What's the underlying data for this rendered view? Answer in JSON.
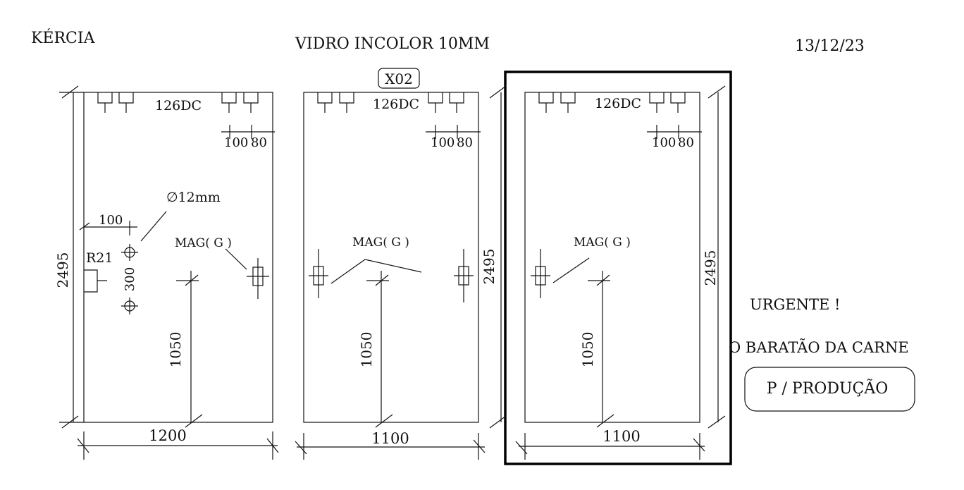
{
  "header": {
    "client": "KÉRCIA",
    "material": "VIDRO INCOLOR 10MM",
    "date": "13/12/23"
  },
  "notes": {
    "urgent": "URGENTE !",
    "customer": "O BARATÃO DA CARNE",
    "production_stamp": "P / PRODUÇÃO"
  },
  "panel_tag": "X02",
  "panels": [
    {
      "hardware": "126DC",
      "dim_100": "100",
      "dim_80": "80",
      "height": "2495",
      "width": "1200",
      "handle_height": "1050",
      "hole_spacing": "300",
      "hole_diameter": "∅12mm",
      "hole_offset": "100",
      "lock_code": "R21",
      "magnet": "MAG( G )"
    },
    {
      "hardware": "126DC",
      "dim_100": "100",
      "dim_80": "80",
      "height": "2495",
      "width": "1100",
      "handle_height": "1050",
      "magnet": "MAG( G )"
    },
    {
      "hardware": "126DC",
      "dim_100": "100",
      "dim_80": "80",
      "height": "2495",
      "width": "1100",
      "handle_height": "1050",
      "magnet": "MAG( G )"
    }
  ]
}
